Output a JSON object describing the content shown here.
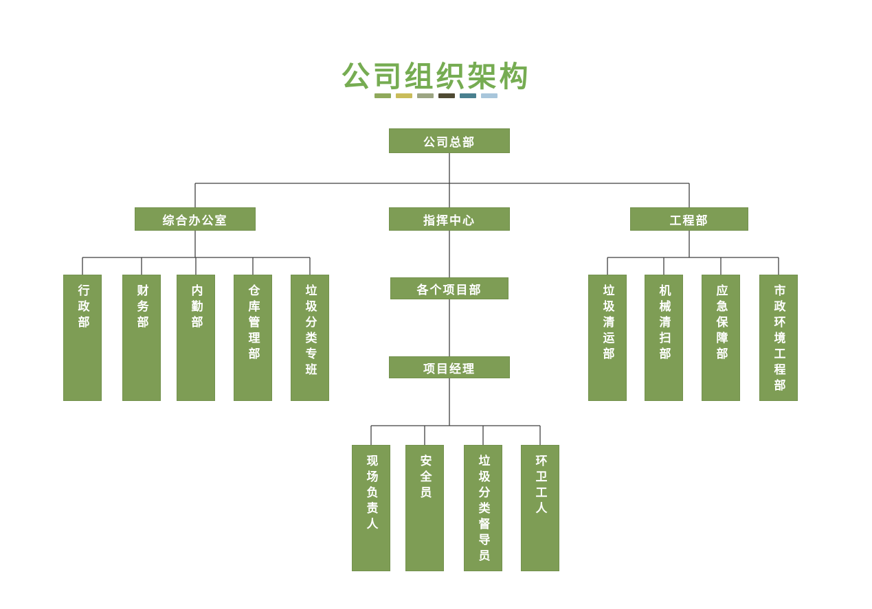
{
  "title": "公司组织架构",
  "colors": {
    "title_green": "#76ac52",
    "box_green": "#7e9d55",
    "box_border": "#72904c",
    "connector_line": "#3f3f3f",
    "box_text": "#ffffff"
  },
  "divider_dashes": [
    "#8fa95b",
    "#c9bc5a",
    "#9ca583",
    "#4f4a33",
    "#49808f",
    "#a8c6db"
  ],
  "tree": {
    "root": {
      "label": "公司总部"
    },
    "branches": [
      {
        "label": "综合办公室",
        "children": [
          "行政部",
          "财务部",
          "内勤部",
          "仓库管理部",
          "垃圾分类专班"
        ]
      },
      {
        "label": "指挥中心",
        "chain": [
          "各个项目部",
          "项目经理"
        ],
        "children": [
          "现场负责人",
          "安全员",
          "垃圾分类督导员",
          "环卫工人"
        ]
      },
      {
        "label": "工程部",
        "children": [
          "垃圾清运部",
          "机械清扫部",
          "应急保障部",
          "市政环境工程部"
        ]
      }
    ]
  }
}
